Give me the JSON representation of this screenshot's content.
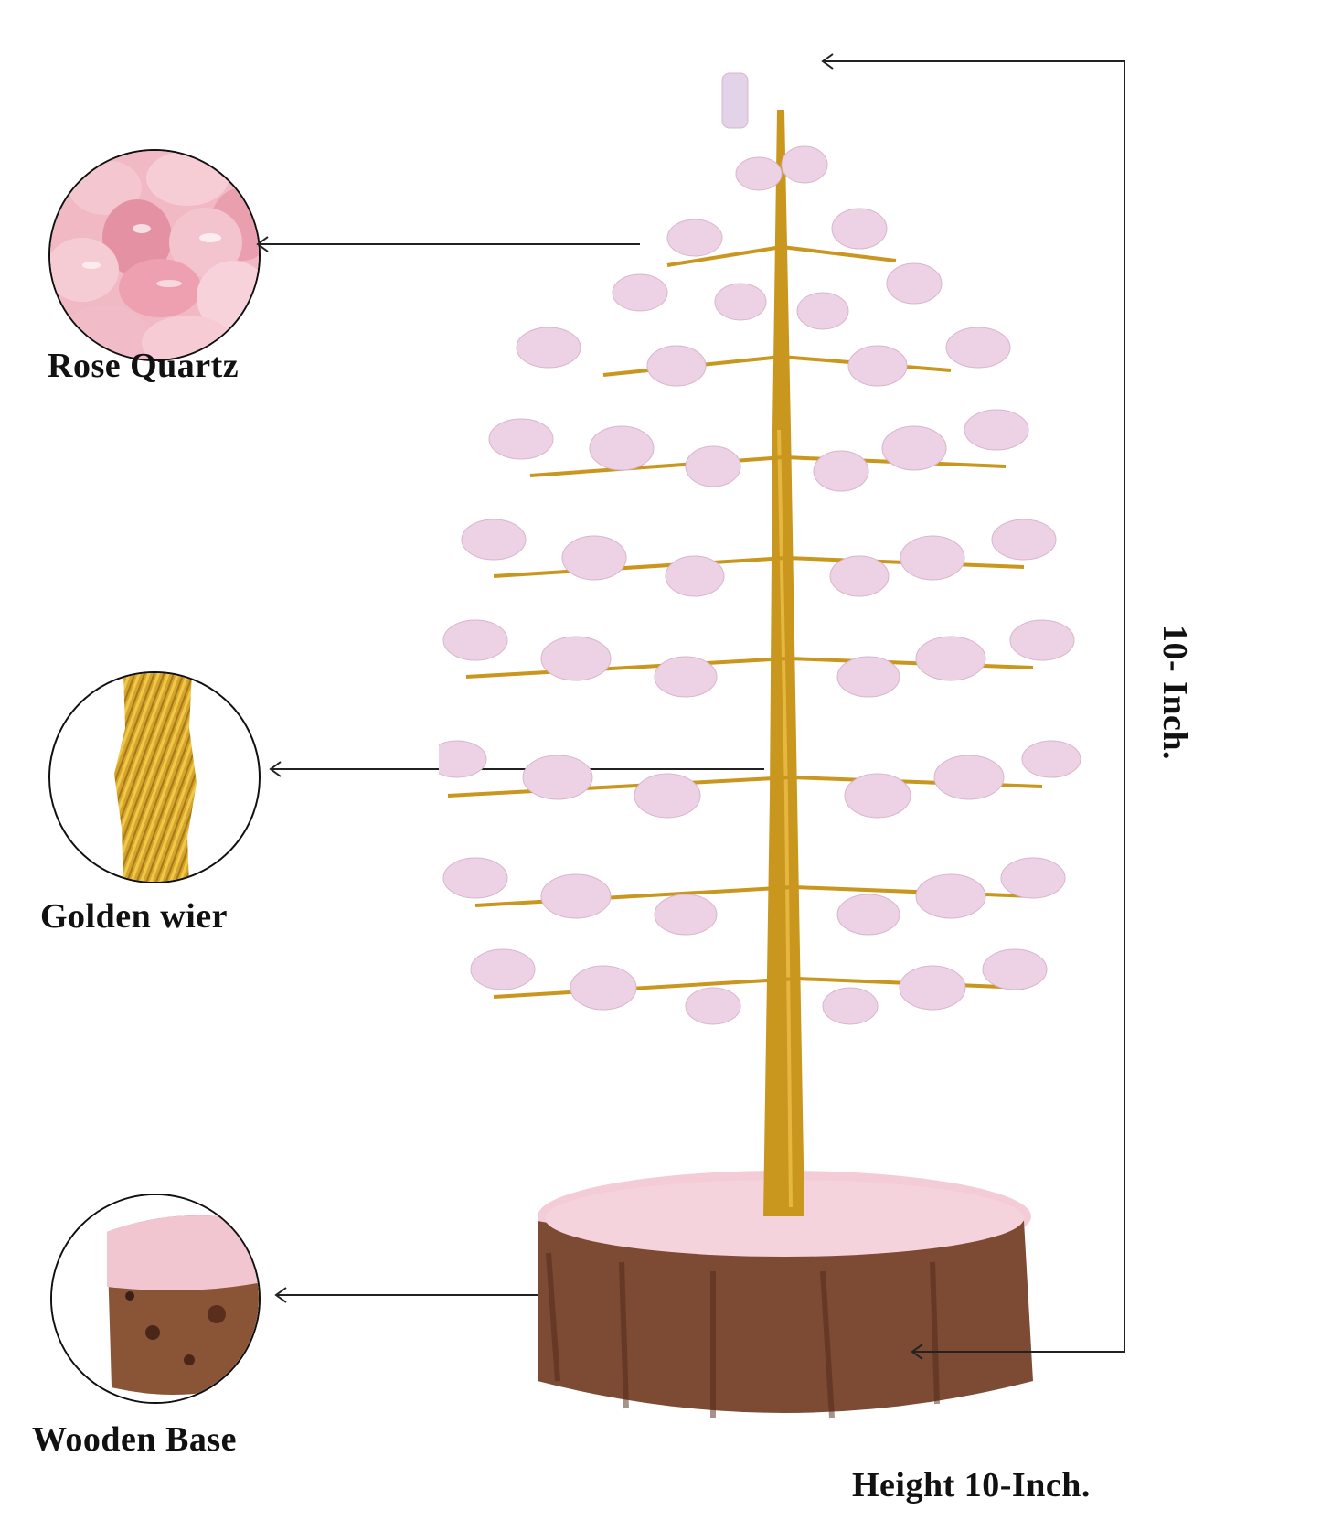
{
  "features": [
    {
      "id": "rose-quartz",
      "label": "Rose Quartz"
    },
    {
      "id": "golden-wire",
      "label": "Golden wier"
    },
    {
      "id": "wooden-base",
      "label": "Wooden Base"
    }
  ],
  "dimension": {
    "vertical_label": "10- Inch.",
    "bottom_label": "Height 10-Inch."
  },
  "colors": {
    "quartz_pink": "#f2c6d2",
    "quartz_deep": "#e8a5b5",
    "gold": "#c9961e",
    "wood": "#7a4a34",
    "line": "#222222"
  }
}
